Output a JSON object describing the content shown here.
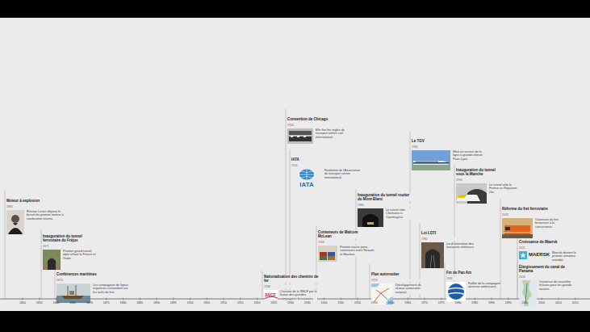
{
  "diagram": {
    "nodes": [
      {
        "text": [
          "Moteur à explosion",
          "1860",
          "Étienne Lenoir dépose le brevet du premier moteur à combustion interne."
        ]
      },
      {
        "text": [
          "Inauguration du tunnel ferroviaire du Fréjus",
          "1871",
          "Premier grand tunnel alpin reliant la France et l'Italie."
        ]
      },
      {
        "text": [
          "Conférences maritimes",
          "1875",
          "Les compagnies de lignes régulières s'entendent sur les tarifs du fret."
        ]
      },
      {
        "text": [
          "Nationalisation des chemins de fer",
          "1938",
          "Création de la SNCF par la fusion des grandes compagnies ferroviaires."
        ]
      },
      {
        "text": [
          "Convention de Chicago",
          "1944",
          "Elle fixe les règles du transport aérien civil international."
        ]
      },
      {
        "text": [
          "IATA",
          "1945",
          "Fondation de l'Association du transport aérien international."
        ]
      },
      {
        "text": [
          "Conteneurs de Malcom McLean",
          "1956",
          "Premier navire porte-conteneurs entre Newark et Houston."
        ]
      },
      {
        "text": [
          "Inauguration du tunnel routier du Mont-Blanc",
          "1965",
          "Le tunnel relie Chamonix à Courmayeur."
        ]
      },
      {
        "text": [
          "Plan autoroutier",
          "1970",
          "Développement du réseau autoroutier national."
        ]
      },
      {
        "text": [
          "Le TGV",
          "1981",
          "Mise en service de la ligne à grande vitesse Paris-Lyon."
        ]
      },
      {
        "text": [
          "Loi LOTI",
          "1982",
          "Loi d'orientation des transports intérieurs."
        ]
      },
      {
        "text": [
          "Fin de Pan Am",
          "1991",
          "Faillite de la compagnie aérienne américaine."
        ]
      },
      {
        "text": [
          "Inauguration du tunnel sous la Manche",
          "1994",
          "Le tunnel relie la France au Royaume-Uni."
        ]
      },
      {
        "text": [
          "Réforme du fret ferroviaire",
          "2006",
          "Ouverture du fret ferroviaire à la concurrence."
        ]
      },
      {
        "text": [
          "Croissance de Maersk",
          "2011",
          "Maersk devient le premier armateur mondial."
        ]
      },
      {
        "text": [
          "Élargissement du canal de Panama",
          "2016",
          "Ouverture de nouvelles écluses pour les grands navires."
        ]
      }
    ],
    "labels": [
      "SNCF",
      "IATA",
      "MAERSK",
      "1850",
      "1855",
      "1860",
      "1865",
      "1870",
      "1875",
      "1880",
      "1885",
      "1890",
      "1895",
      "1900",
      "1905",
      "1910",
      "1915",
      "1920",
      "1925",
      "1930",
      "1935",
      "1940",
      "1945",
      "1950",
      "1955",
      "1960",
      "1965",
      "1970",
      "1975",
      "1980",
      "1985",
      "1990",
      "1995",
      "2000",
      "2005",
      "2010",
      "2015"
    ]
  }
}
